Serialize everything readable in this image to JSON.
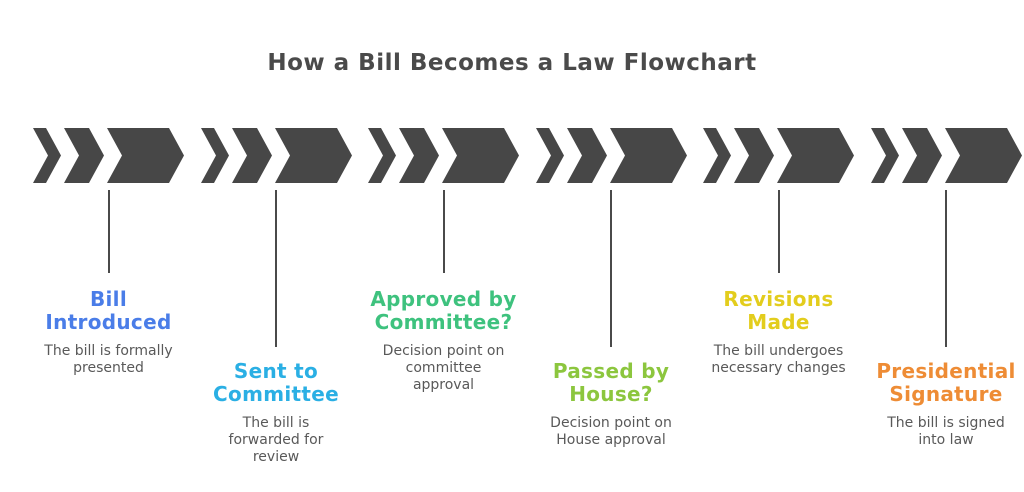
{
  "header": {
    "title": "How a Bill Becomes a Law Flowchart",
    "color": "#4a4a4a"
  },
  "flow": {
    "chevron_color": "#474747",
    "connector_color": "#4a4a4a",
    "description_color": "#595959",
    "stages": [
      {
        "title_lines": [
          "Bill",
          "Introduced"
        ],
        "description_lines": [
          "The bill is formally",
          "presented"
        ],
        "color": "#4a7de8",
        "position": "high"
      },
      {
        "title_lines": [
          "Sent to",
          "Committee"
        ],
        "description_lines": [
          "The bill is",
          "forwarded for",
          "review"
        ],
        "color": "#2aafe4",
        "position": "low"
      },
      {
        "title_lines": [
          "Approved by",
          "Committee?"
        ],
        "description_lines": [
          "Decision point on",
          "committee",
          "approval"
        ],
        "color": "#3ec27e",
        "position": "high"
      },
      {
        "title_lines": [
          "Passed by",
          "House?"
        ],
        "description_lines": [
          "Decision point on",
          "House approval"
        ],
        "color": "#8cc63e",
        "position": "low"
      },
      {
        "title_lines": [
          "Revisions",
          "Made"
        ],
        "description_lines": [
          "The bill undergoes",
          "necessary changes"
        ],
        "color": "#e3cd1d",
        "position": "high"
      },
      {
        "title_lines": [
          "Presidential",
          "Signature"
        ],
        "description_lines": [
          "The bill is signed",
          "into law"
        ],
        "color": "#ee8c35",
        "position": "low"
      }
    ]
  }
}
